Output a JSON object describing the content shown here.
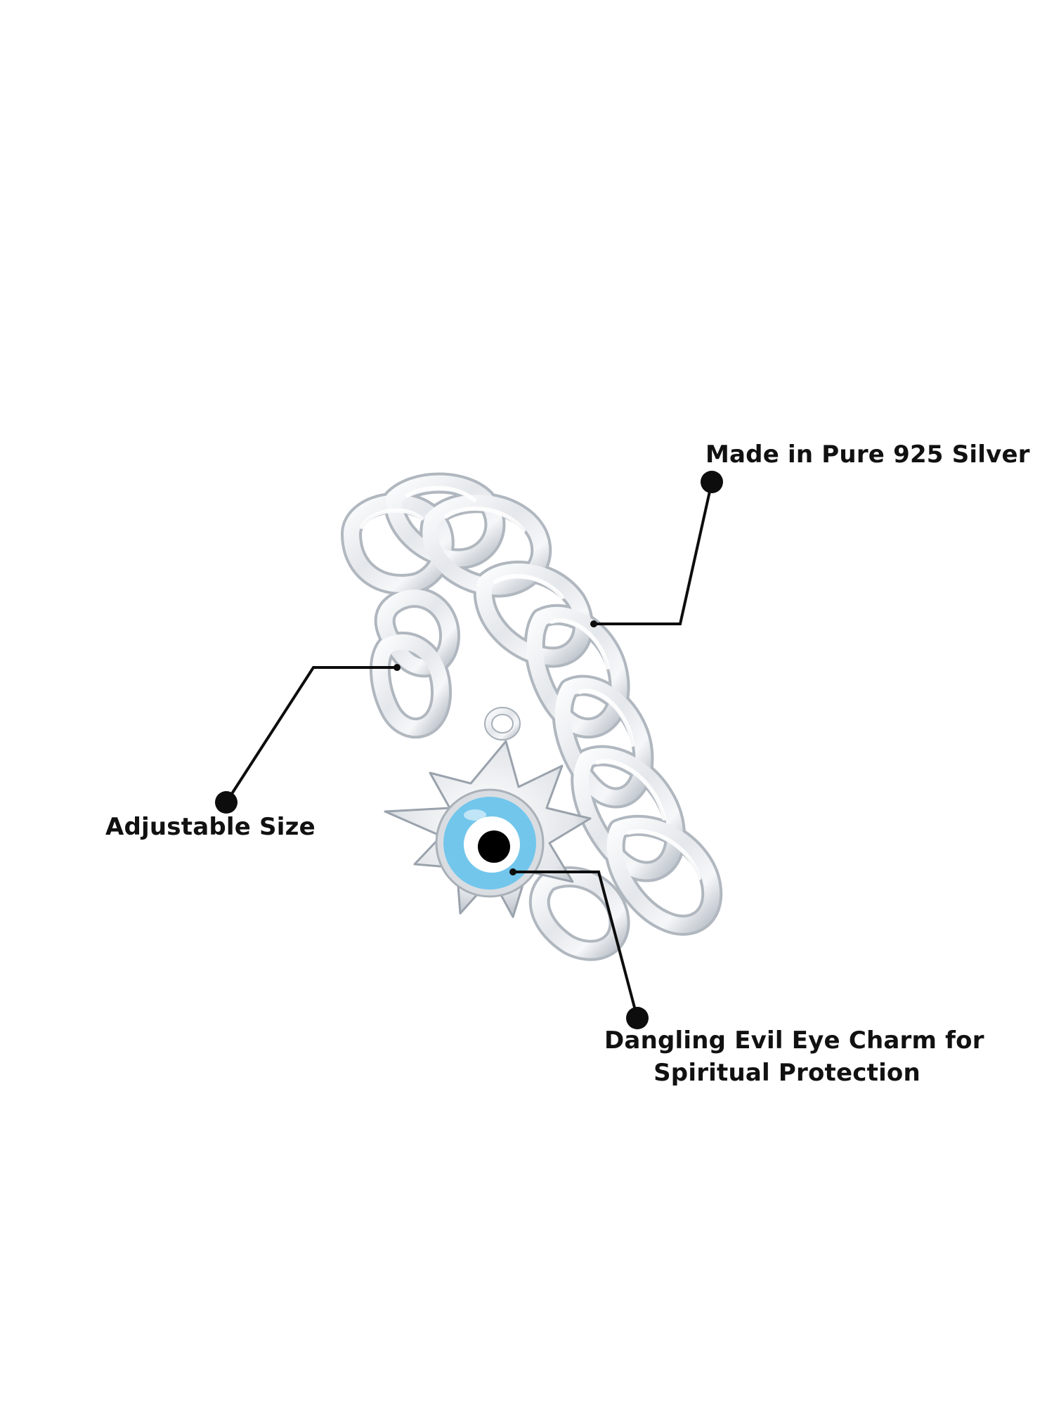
{
  "callouts": {
    "silver": "Made in Pure 925 Silver",
    "size": "Adjustable Size",
    "charm_line1": "Dangling Evil Eye Charm for",
    "charm_line2": "Spiritual Protection"
  },
  "colors": {
    "text": "#111111",
    "marker": "#0d0d0d",
    "silver_light": "#f7f8fa",
    "silver_dark": "#9aa2ac",
    "eye_blue": "#72c6ec",
    "eye_white": "#ffffff",
    "eye_pupil": "#000000"
  }
}
